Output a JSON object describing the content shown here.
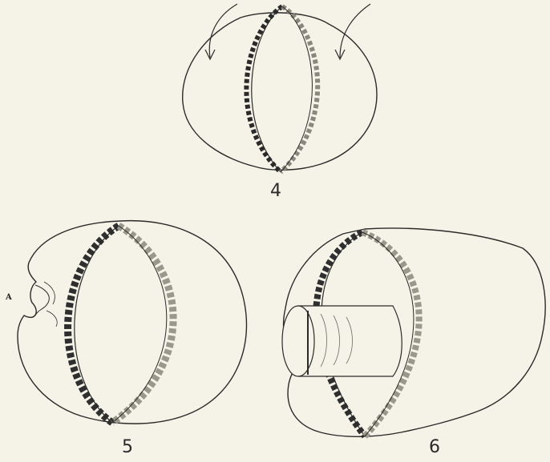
{
  "plate": {
    "background_color": "#f5f3e8",
    "ink_color": "#2a2a2a",
    "figures": [
      {
        "number": "4"
      },
      {
        "number": "5",
        "annotation": "A"
      },
      {
        "number": "6"
      }
    ]
  }
}
